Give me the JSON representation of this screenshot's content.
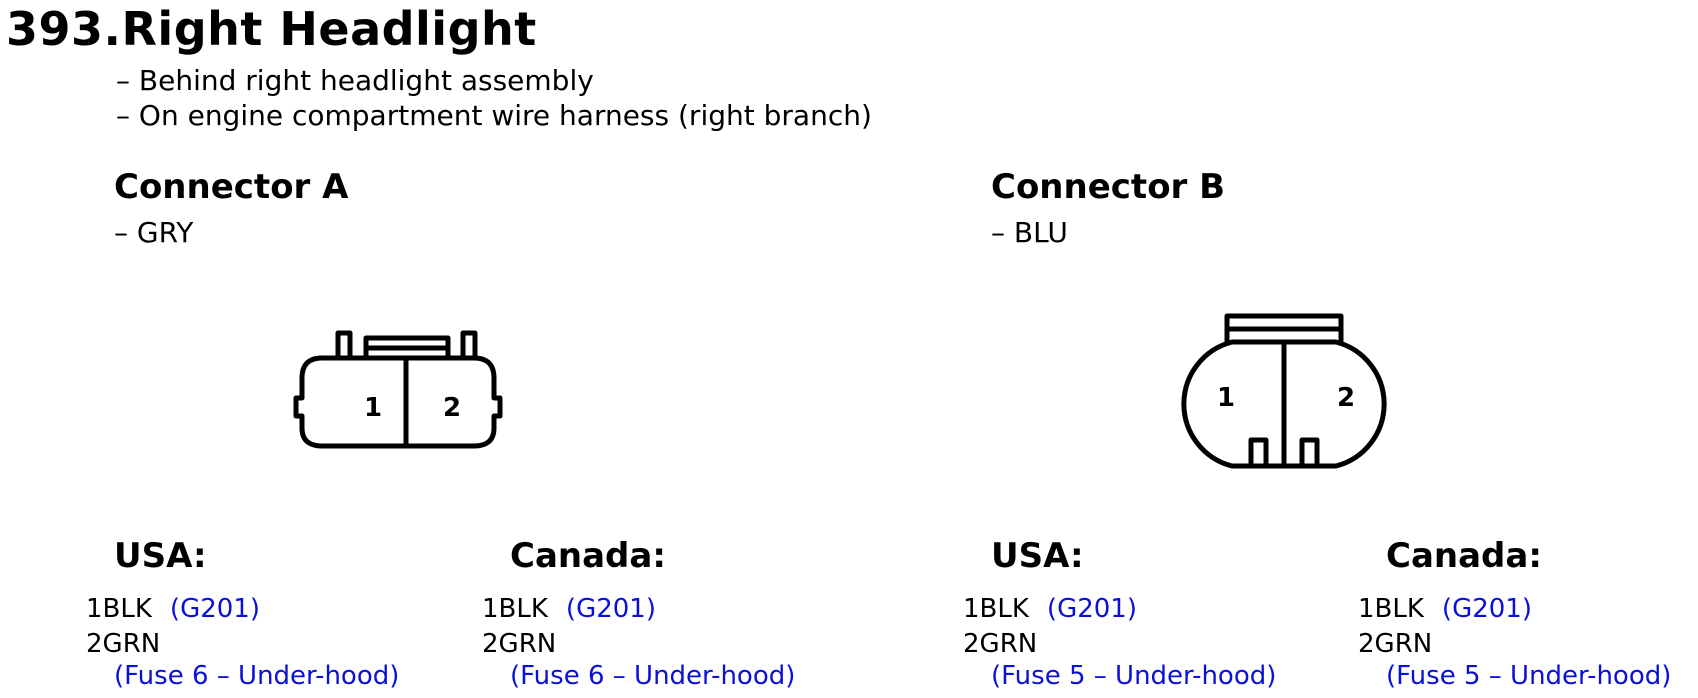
{
  "number": "393.",
  "name": "Right Headlight",
  "locations": [
    "– Behind right headlight assembly",
    "– On engine compartment wire harness (right branch)"
  ],
  "connector_a": {
    "title": "Connector A",
    "color": "– GRY",
    "pins": [
      "1",
      "2"
    ],
    "usa": {
      "label": "USA:",
      "wires": [
        {
          "code": "1BLK",
          "dest": "(G201)"
        },
        {
          "code": "2GRN",
          "dest": "(Fuse 6 – Under-hood)"
        }
      ]
    },
    "canada": {
      "label": "Canada:",
      "wires": [
        {
          "code": "1BLK",
          "dest": "(G201)"
        },
        {
          "code": "2GRN",
          "dest": "(Fuse 6 – Under-hood)"
        }
      ]
    }
  },
  "connector_b": {
    "title": "Connector B",
    "color": "– BLU",
    "pins": [
      "1",
      "2"
    ],
    "usa": {
      "label": "USA:",
      "wires": [
        {
          "code": "1BLK",
          "dest": "(G201)"
        },
        {
          "code": "2GRN",
          "dest": "(Fuse 5 – Under-hood)"
        }
      ]
    },
    "canada": {
      "label": "Canada:",
      "wires": [
        {
          "code": "1BLK",
          "dest": "(G201)"
        },
        {
          "code": "2GRN",
          "dest": "(Fuse 5 – Under-hood)"
        }
      ]
    }
  },
  "colors": {
    "text": "#000000",
    "link": "#0a10d6"
  }
}
